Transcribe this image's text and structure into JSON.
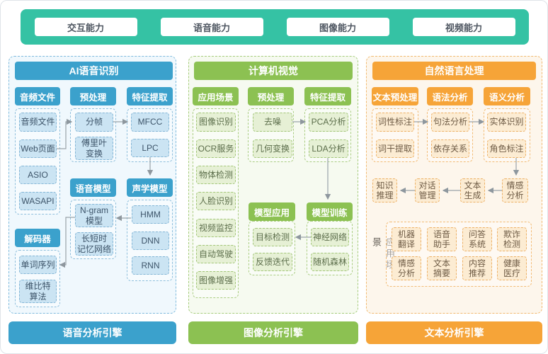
{
  "top_bar": {
    "items": [
      "交互能力",
      "语音能力",
      "图像能力",
      "视频能力"
    ]
  },
  "colors": {
    "teal": "#35C2A4",
    "blue": "#3BA1CC",
    "green": "#8CC152",
    "orange": "#F6A438"
  },
  "speech": {
    "title": "AI语音识别",
    "engine": "语音分析引擎",
    "headers": {
      "audio_file": "音频文件",
      "preprocess": "预处理",
      "feature": "特征提取",
      "language_model": "语音模型",
      "acoustic_model": "声学模型",
      "decoder": "解码器"
    },
    "nodes": {
      "audio_file": "音频文件",
      "web_page": "Web页面",
      "asio": "ASIO",
      "wasapi": "WASAPI",
      "framing": "分帧",
      "fourier": "傅里叶\n变换",
      "mfcc": "MFCC",
      "lpc": "LPC",
      "ngram": "N-gram\n模型",
      "lstm": "长短时\n记忆网络",
      "hmm": "HMM",
      "dnn": "DNN",
      "rnn": "RNN",
      "word_sequence": "单词序列",
      "viterbi": "维比特\n算法"
    }
  },
  "vision": {
    "title": "计算机视觉",
    "engine": "图像分析引擎",
    "headers": {
      "scenarios": "应用场景",
      "preprocess": "预处理",
      "feature": "特征提取",
      "model_app": "模型应用",
      "model_train": "模型训练"
    },
    "nodes": {
      "image_recog": "图像识别",
      "ocr": "OCR服务",
      "object_detect": "物体检测",
      "face_recog": "人脸识别",
      "video_monitor": "视频监控",
      "auto_drive": "自动驾驶",
      "image_enhance": "图像增强",
      "denoise": "去噪",
      "geometry": "几何变换",
      "pca": "PCA分析",
      "lda": "LDA分析",
      "target_detect": "目标检测",
      "feedback": "反馈迭代",
      "neural_net": "神经网络",
      "random_forest": "随机森林"
    }
  },
  "nlp": {
    "title": "自然语言处理",
    "engine": "文本分析引擎",
    "headers": {
      "text_pre": "文本预处理",
      "syntax": "语法分析",
      "semantic": "语义分析"
    },
    "nodes": {
      "pos_tagging": "词性标注",
      "stemming": "词干提取",
      "parsing": "句法分析",
      "dependency": "依存关系",
      "entity": "实体识别",
      "role": "角色标注",
      "knowledge": "知识\n推理",
      "dialog": "对话\n管理",
      "text_gen": "文本\n生成",
      "sentiment": "情感\n分析"
    },
    "scenarios_label": "应用场景",
    "scenarios": [
      "机器\n翻译",
      "语音\n助手",
      "问答\n系统",
      "欺诈\n检测",
      "情感\n分析",
      "文本\n摘要",
      "内容\n推荐",
      "健康\n医疗"
    ]
  }
}
